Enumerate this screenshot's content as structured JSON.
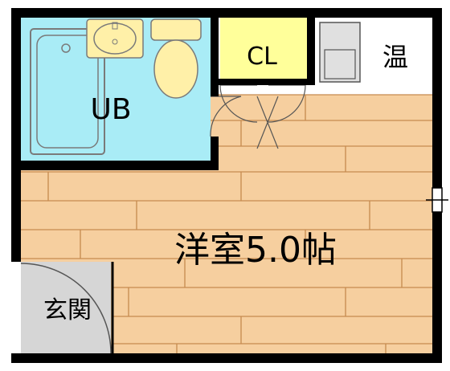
{
  "floorplan": {
    "rooms": {
      "unit_bath": {
        "label": "UB"
      },
      "closet": {
        "label": "CL"
      },
      "water_heater": {
        "label": "温"
      },
      "western_room": {
        "label": "洋室5.0帖"
      },
      "entrance": {
        "label": "玄関"
      }
    },
    "colors": {
      "wall": "#000000",
      "floor_wood": "#f6cf9f",
      "floor_board_line": "#c58a4f",
      "bath_floor": "#a9ecf6",
      "closet_floor": "#ffff9a",
      "fixture": "#fff0a8",
      "fixture_outline": "#7a7a7a",
      "entrance_floor": "#d6d6d6",
      "heater_box": "#e0e0e0"
    }
  }
}
